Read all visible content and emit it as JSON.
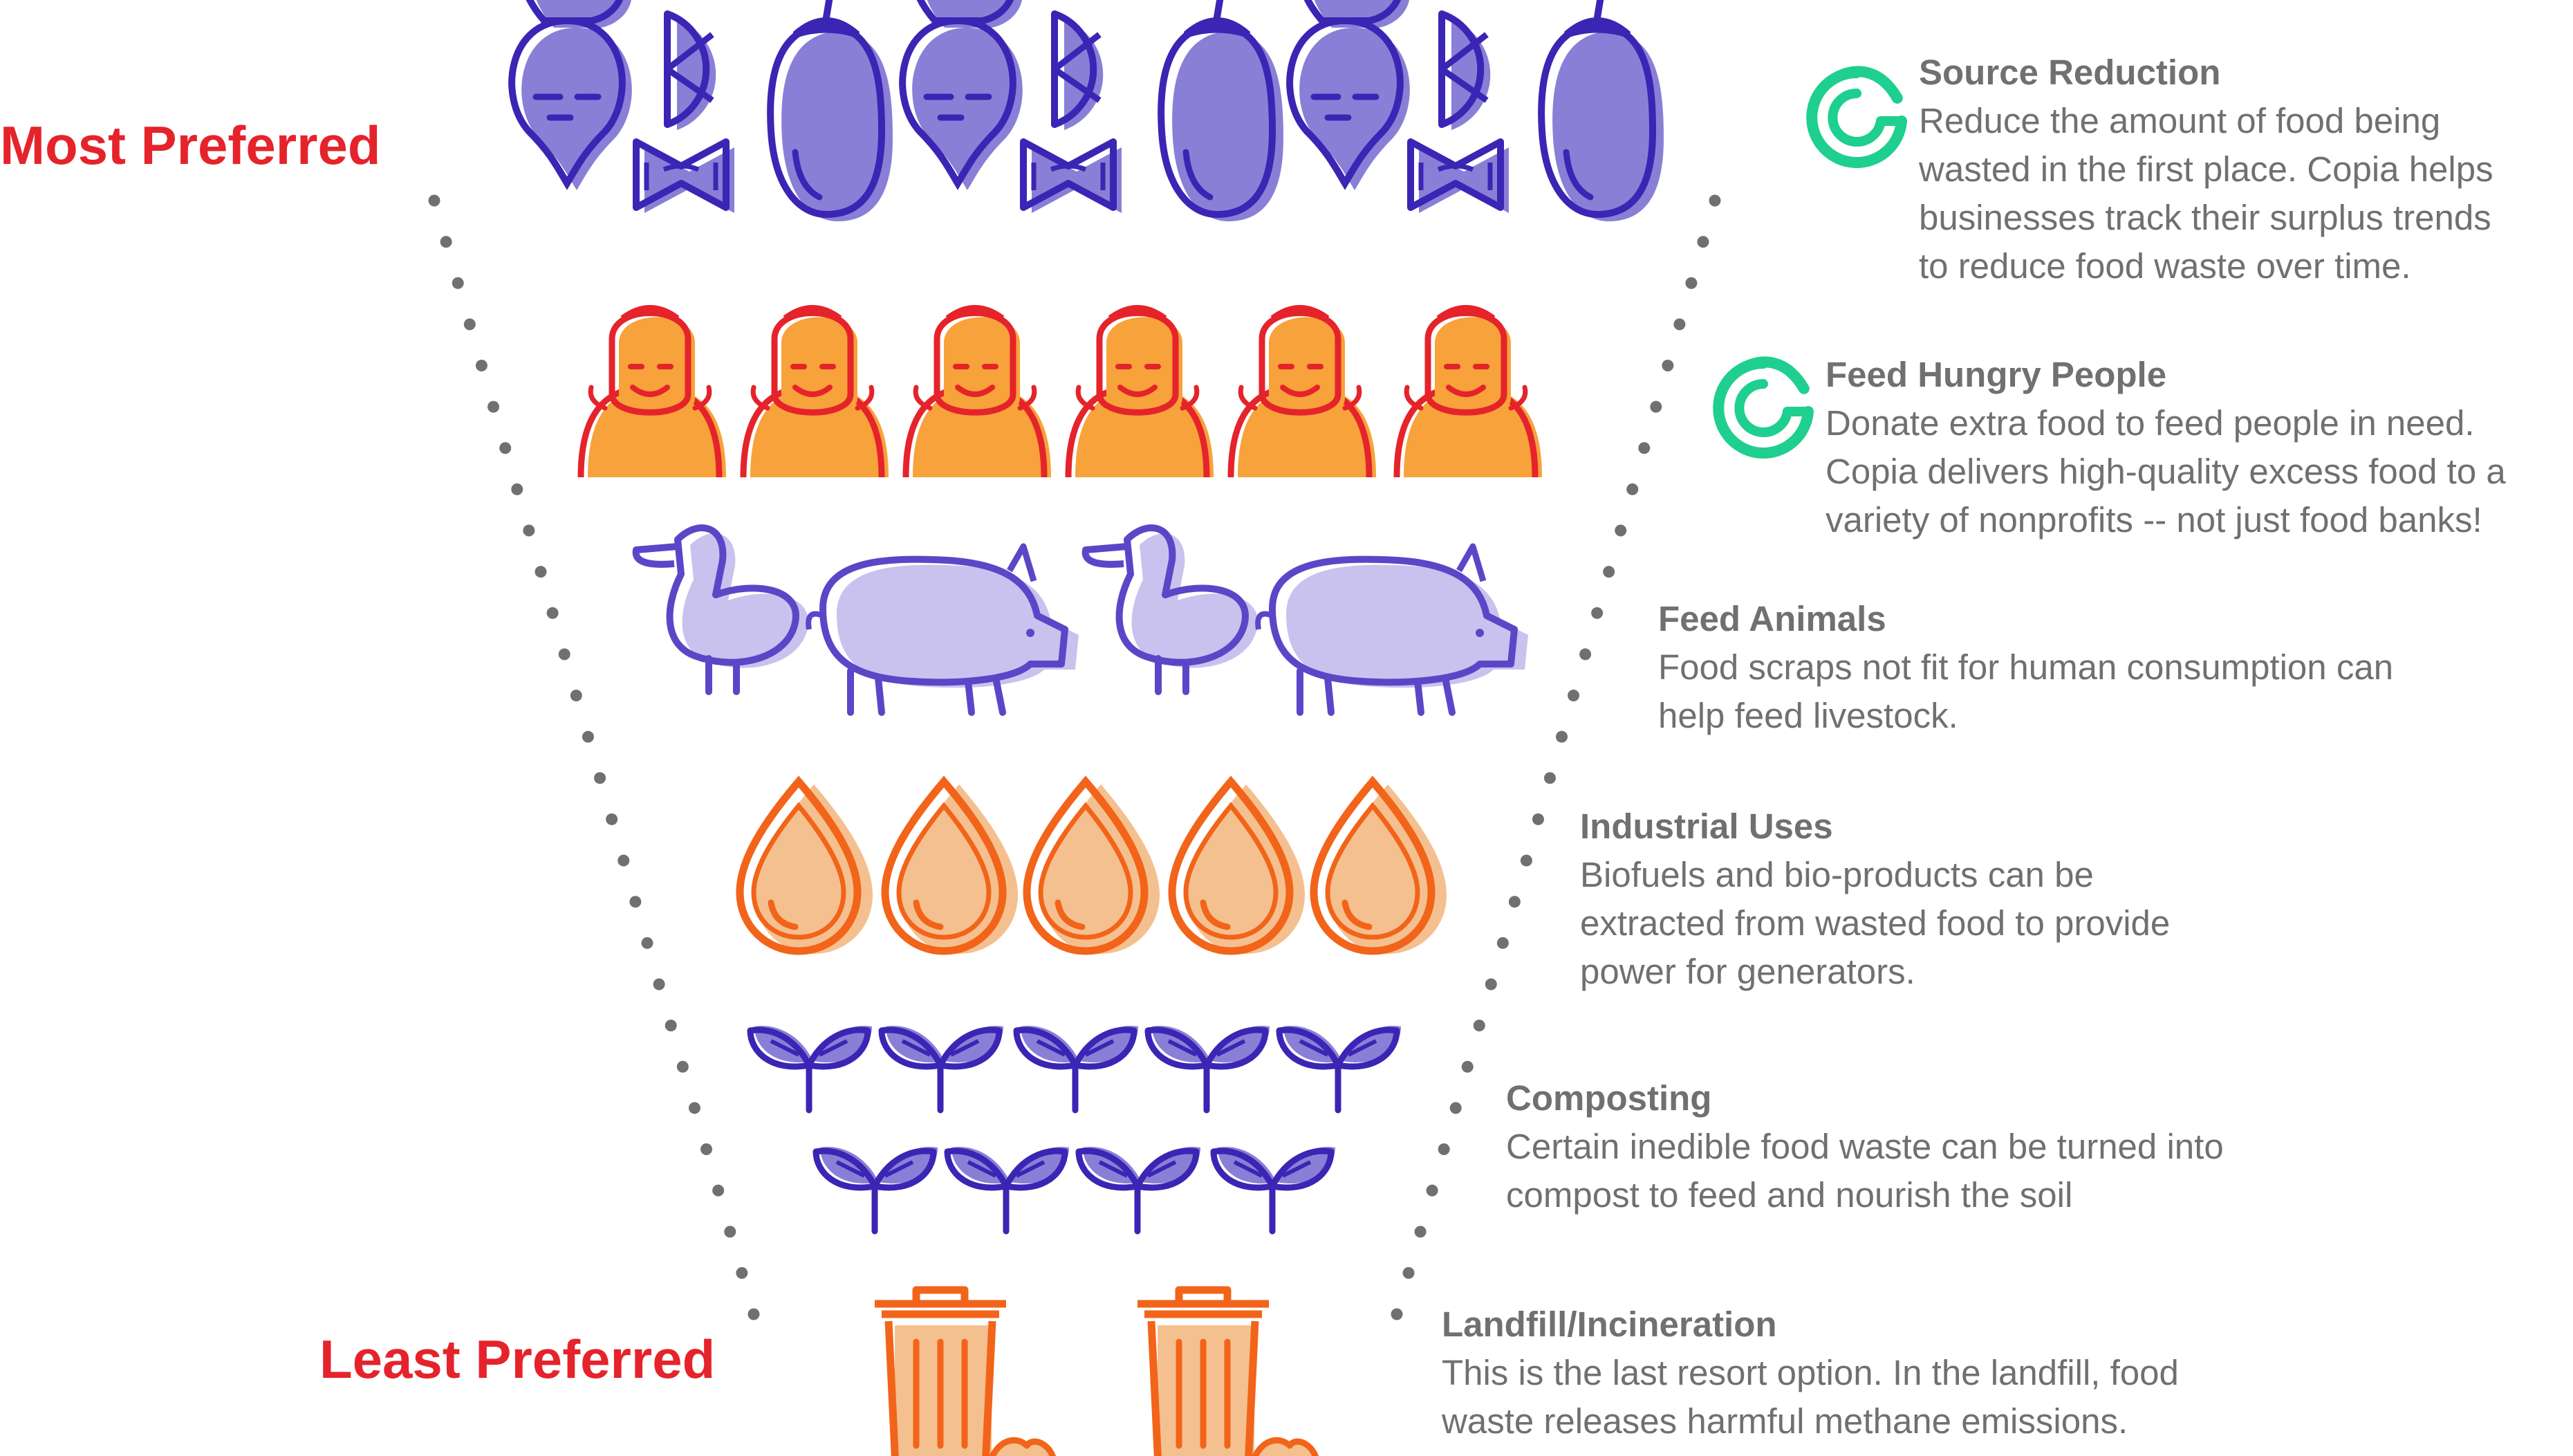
{
  "labels": {
    "most_preferred": "Most Preferred",
    "least_preferred": "Least Preferred"
  },
  "tiers": [
    {
      "title": "Source Reduction",
      "desc": "Reduce the amount of food being\nwasted in the first place. Copia helps\nbusinesses track their surplus trends\nto reduce food waste over time.",
      "icon": "vegetables-icon",
      "copia": true
    },
    {
      "title": "Feed Hungry People",
      "desc": "Donate extra food to feed people in need.\nCopia delivers high-quality excess food to a\nvariety of nonprofits -- not just food banks!",
      "icon": "people-icon",
      "copia": true
    },
    {
      "title": "Feed Animals",
      "desc": "Food scraps not fit for human consumption can\nhelp feed livestock.",
      "icon": "animals-icon",
      "copia": false
    },
    {
      "title": "Industrial Uses",
      "desc": "Biofuels and bio-products can be\nextracted from wasted food to provide\npower for generators.",
      "icon": "oil-drop-icon",
      "copia": false
    },
    {
      "title": "Composting",
      "desc": "Certain inedible food waste can be turned into\ncompost to feed and nourish the soil",
      "icon": "sprout-icon",
      "copia": false
    },
    {
      "title": "Landfill/Incineration",
      "desc": "This is the last resort option. In the landfill, food\nwaste releases harmful methane emissions.",
      "icon": "trash-can-icon",
      "copia": false
    }
  ],
  "colors": {
    "red_label": "#e5232b",
    "purple_stroke": "#3b25b4",
    "purple_fill": "#8a7fd6",
    "orange_stroke": "#f26419",
    "orange_fill": "#f7a23b",
    "orange_light": "#f5c08f",
    "copia_green": "#1fcf8f",
    "text_gray": "#707070",
    "dots": "#707070"
  },
  "icons": {
    "logo": "copia-logo-icon",
    "funnel": "dotted-funnel-outline"
  }
}
